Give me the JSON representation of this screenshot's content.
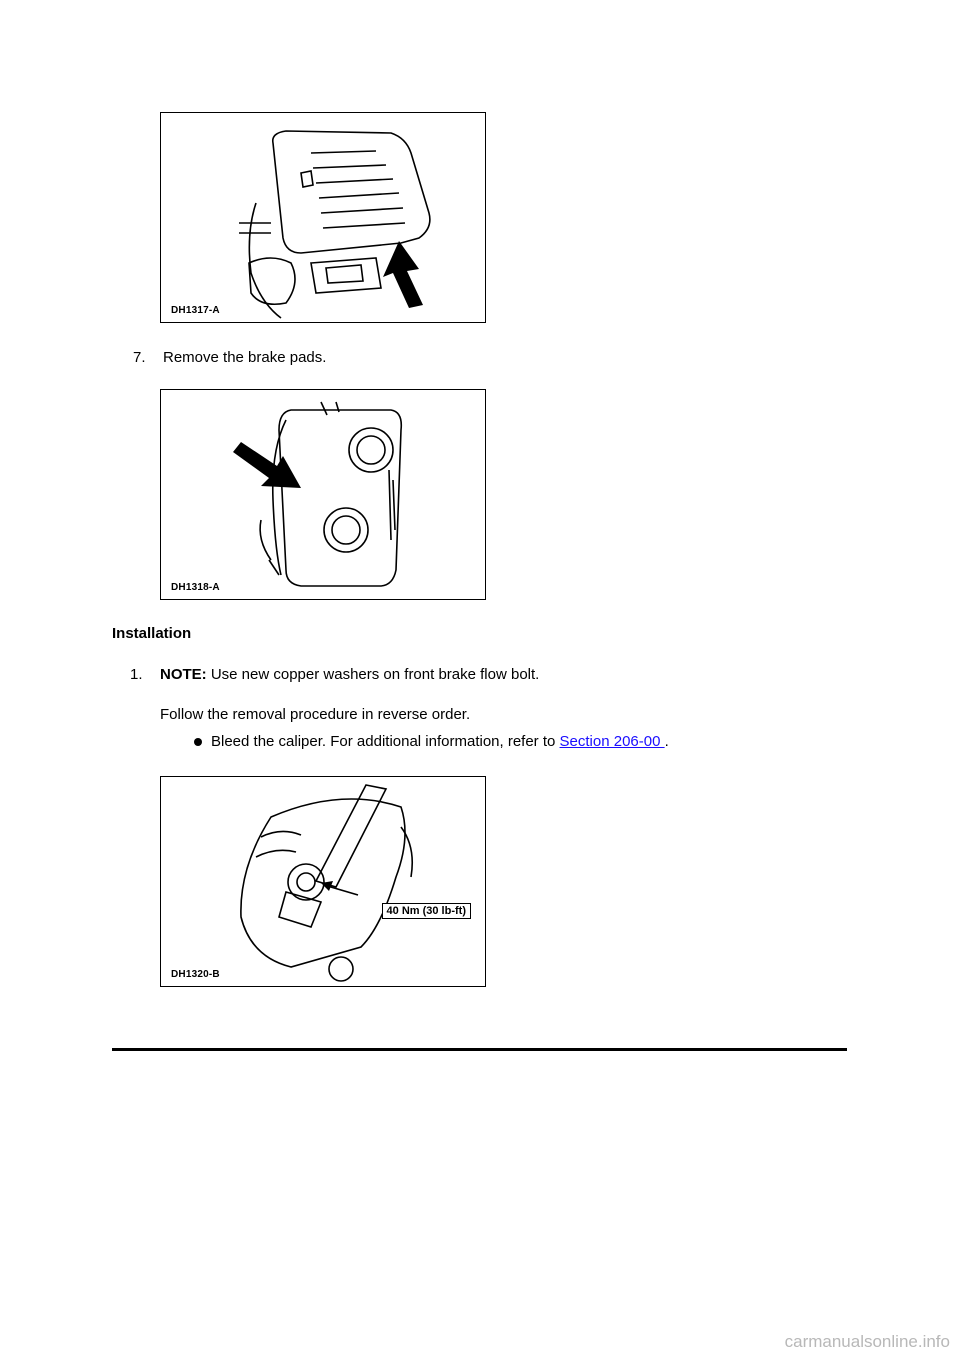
{
  "figures": [
    {
      "label": "DH1317-A"
    },
    {
      "label": "DH1318-A"
    },
    {
      "label": "DH1320-B",
      "callout": "40 Nm (30 lb-ft)"
    }
  ],
  "step7": {
    "number": "7.",
    "text": "Remove the brake pads."
  },
  "installation": {
    "heading": "Installation",
    "step1": {
      "number": "1.",
      "note_label": "NOTE:",
      "note_text": " Use new copper washers on front brake flow bolt.",
      "body": "Follow the removal procedure in reverse order.",
      "bullet_text": "Bleed the caliper. For additional information, refer to ",
      "link_text": "Section 206-00 ",
      "bullet_end": "."
    }
  },
  "watermark": "carmanualsonline.info",
  "colors": {
    "link": "#1a0dff",
    "watermark": "#b8b8b8"
  }
}
